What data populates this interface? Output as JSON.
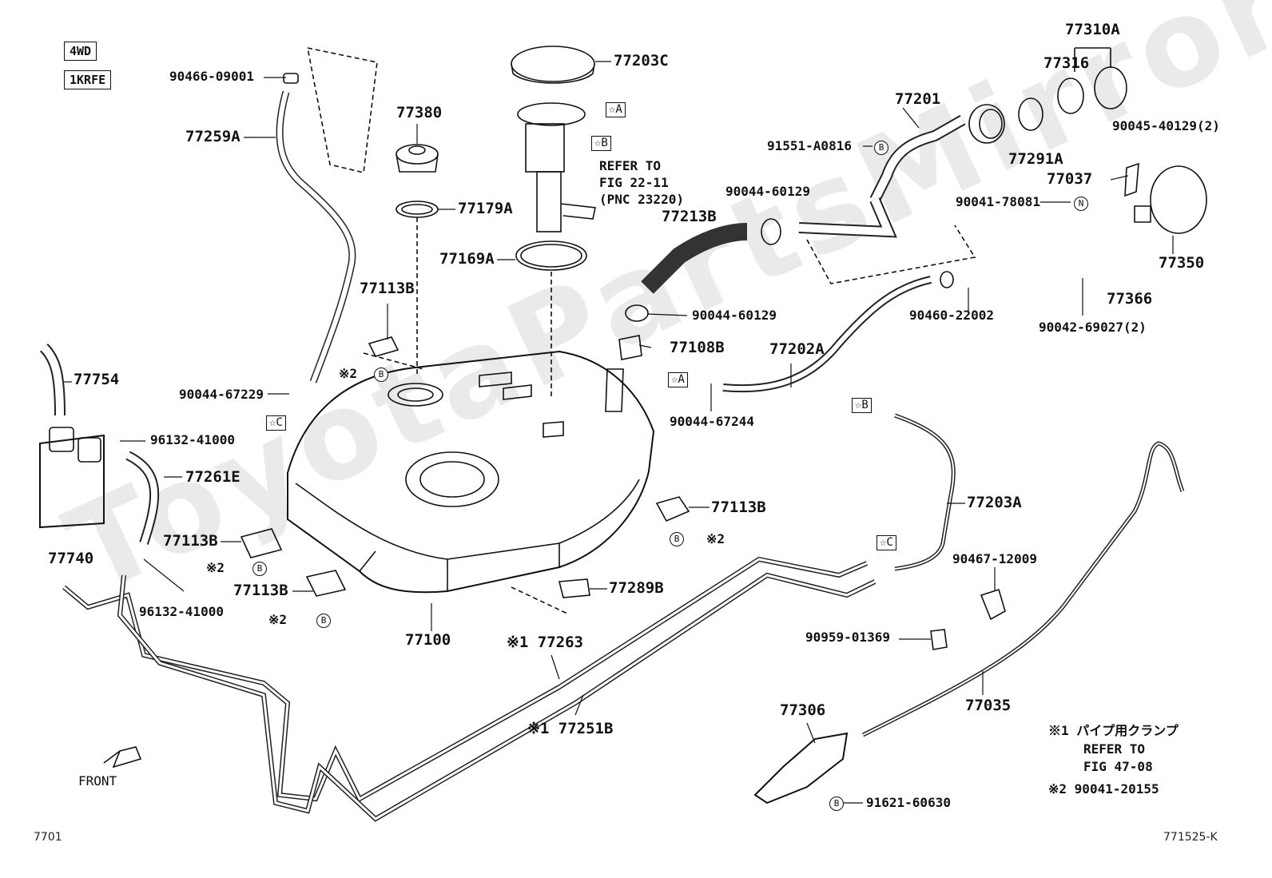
{
  "header": {
    "badge_4wd": "4WD",
    "badge_engine": "1KRFE"
  },
  "watermark": "ToyotaPartsMirror",
  "figure_code": "7701",
  "figure_ref": "771525-K",
  "front_label": "FRONT",
  "refs": {
    "a": "☆A",
    "b": "☆B",
    "c": "☆C",
    "circle_b": "B",
    "circle_n": "N"
  },
  "parts": {
    "p90466_09001": "90466-09001",
    "p77259A": "77259A",
    "p77380": "77380",
    "p77203C": "77203C",
    "p77179A": "77179A",
    "p77169A": "77169A",
    "refer_fig_2211": "REFER TO",
    "refer_fig_2211_b": "FIG 22-11",
    "refer_fig_2211_c": "(PNC 23220)",
    "p77201": "77201",
    "p91551_A0816": "91551-A0816",
    "p90044_60129_a": "90044-60129",
    "p90044_60129_b": "90044-60129",
    "p77213B": "77213B",
    "p77310A": "77310A",
    "p77316": "77316",
    "p77291A": "77291A",
    "p90045_40129": "90045-40129(2)",
    "p77037": "77037",
    "p90041_78081": "90041-78081",
    "p77350": "77350",
    "p77366": "77366",
    "p90042_69027": "90042-69027(2)",
    "p90460_22002": "90460-22002",
    "p77113B_a": "77113B",
    "p77113B_b": "77113B",
    "p77113B_c": "77113B",
    "p77113B_d": "77113B",
    "p77108B": "77108B",
    "p77202A": "77202A",
    "p90044_67244": "90044-67244",
    "p77754": "77754",
    "p90044_67229": "90044-67229",
    "p96132_41000_a": "96132-41000",
    "p96132_41000_b": "96132-41000",
    "p77261E": "77261E",
    "p77740": "77740",
    "p77100": "77100",
    "p77289B": "77289B",
    "p77203A": "77203A",
    "p90467_12009": "90467-12009",
    "p90959_01369": "90959-01369",
    "p77263": "※1 77263",
    "p77251B": "※1 77251B",
    "p77306": "77306",
    "p91621_60630": "91621-60630",
    "p77035": "77035",
    "mark2_a": "※2",
    "mark2_b": "※2",
    "mark2_c": "※2",
    "mark2_d": "※2"
  },
  "notes": {
    "n1_line1": "※1 パイプ用クランプ",
    "n1_line2": "REFER TO",
    "n1_line3": "FIG 47-08",
    "n2": "※2 90041-20155"
  }
}
